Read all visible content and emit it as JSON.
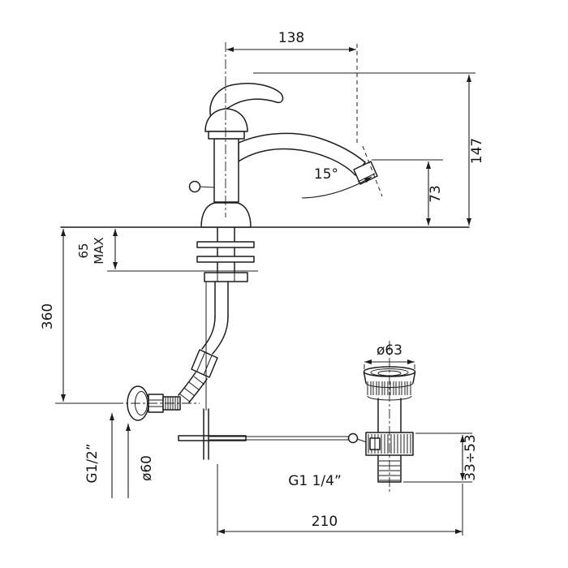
{
  "drawing": {
    "type": "faucet-installation-technical-drawing",
    "colors": {
      "line": "#1c1c1c",
      "background": "#ffffff"
    }
  },
  "labels": {
    "dim_width_top": "138",
    "dim_height_total": "147",
    "dim_spout_height": "73",
    "angle_spout": "15°",
    "dim_deck_thickness": "65",
    "deck_max": "MAX",
    "dim_depth_total": "360",
    "thread_inlet": "G1/2”",
    "dia_escutcheon": "ø60",
    "dia_drain_flange": "ø63",
    "thread_drain": "G1 1/4”",
    "dim_drain_range": "33÷53",
    "dim_width_bottom": "210"
  }
}
